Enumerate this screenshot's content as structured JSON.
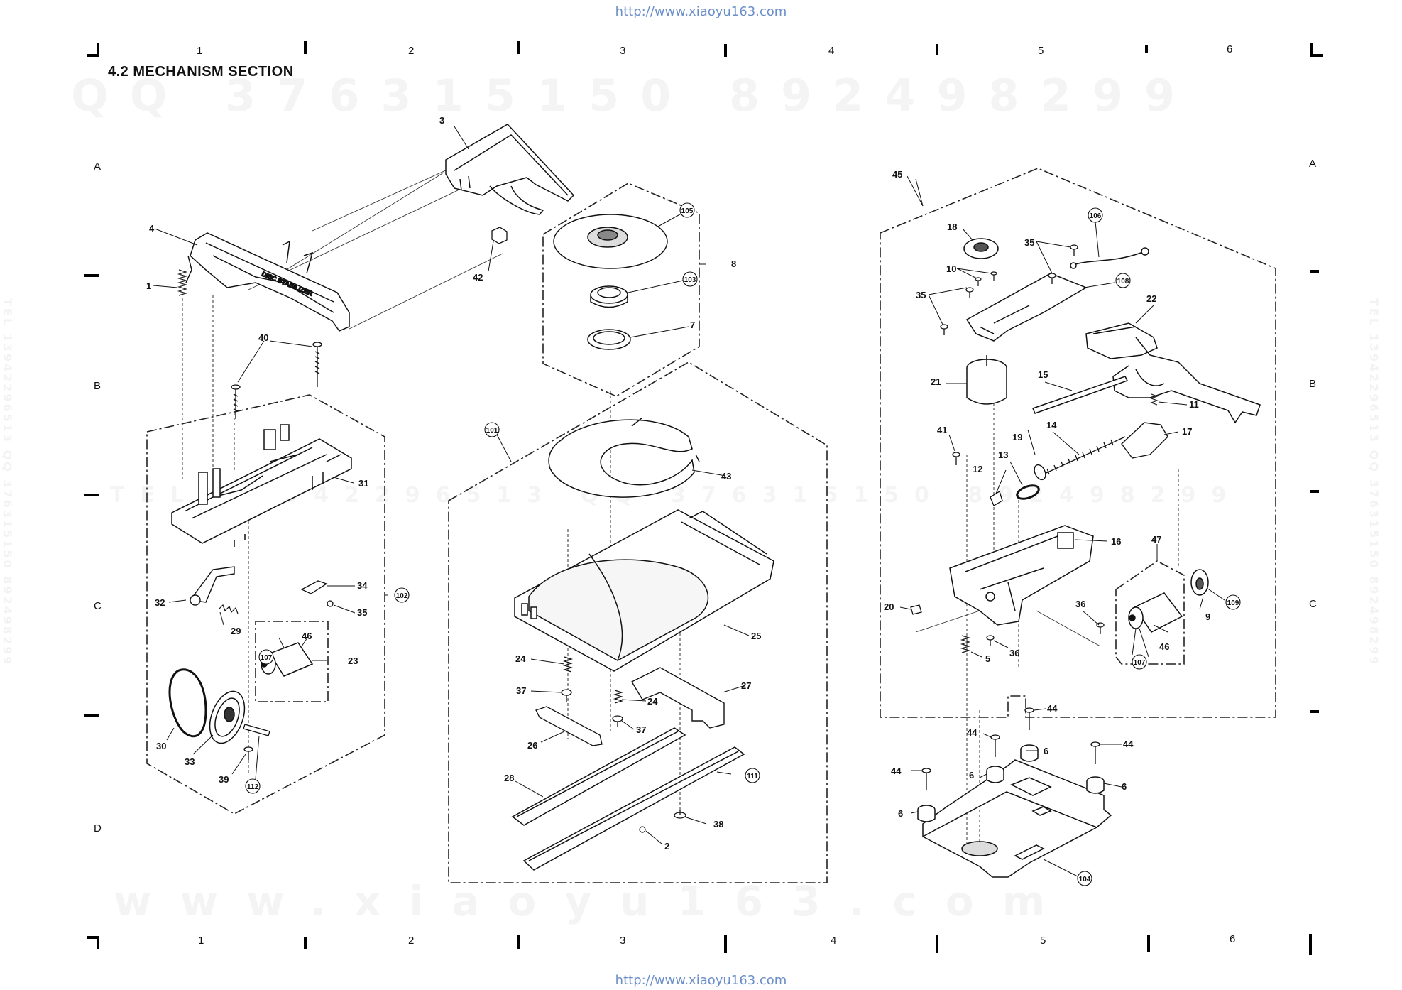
{
  "header": {
    "url_top": "http://www.xiaoyu163.com",
    "url_bottom": "http://www.xiaoyu163.com",
    "section_title": "4.2  MECHANISM  SECTION"
  },
  "grid": {
    "columns": [
      "1",
      "2",
      "3",
      "4",
      "5",
      "6"
    ],
    "rows": [
      "A",
      "B",
      "C",
      "D"
    ]
  },
  "watermarks": {
    "top": "QQ 376315150  892498299",
    "middle": "TEL 13942296513  QQ 376315150  892498299",
    "bottom": "www.xiaoyu163.com",
    "left_vertical": "TEL 13942296513  QQ 376315150 892498299",
    "right_vertical": "TEL 13942296513  QQ 376315150 892498299"
  },
  "part_labels": {
    "p1": "1",
    "p2": "2",
    "p3": "3",
    "p4": "4",
    "p5": "5",
    "p6": "6",
    "p7": "7",
    "p8": "8",
    "p9": "9",
    "p10": "10",
    "p11": "11",
    "p12": "12",
    "p13": "13",
    "p14": "14",
    "p15": "15",
    "p16": "16",
    "p17": "17",
    "p18": "18",
    "p19": "19",
    "p20": "20",
    "p21": "21",
    "p22": "22",
    "p23": "23",
    "p24": "24",
    "p25": "25",
    "p26": "26",
    "p27": "27",
    "p28": "28",
    "p29": "29",
    "p30": "30",
    "p31": "31",
    "p32": "32",
    "p33": "33",
    "p34": "34",
    "p35": "35",
    "p36": "36",
    "p37": "37",
    "p38": "38",
    "p39": "39",
    "p40": "40",
    "p41": "41",
    "p42": "42",
    "p43": "43",
    "p44": "44",
    "p45": "45",
    "p46": "46",
    "p47": "47"
  },
  "circled_labels": {
    "c101": "101",
    "c102": "102",
    "c103": "103",
    "c104": "104",
    "c105": "105",
    "c106": "106",
    "c107": "107",
    "c108": "108",
    "c109": "109",
    "c111": "111",
    "c112": "112"
  },
  "part_text": {
    "disc_stabilizer": "DISC STABILIZER"
  }
}
